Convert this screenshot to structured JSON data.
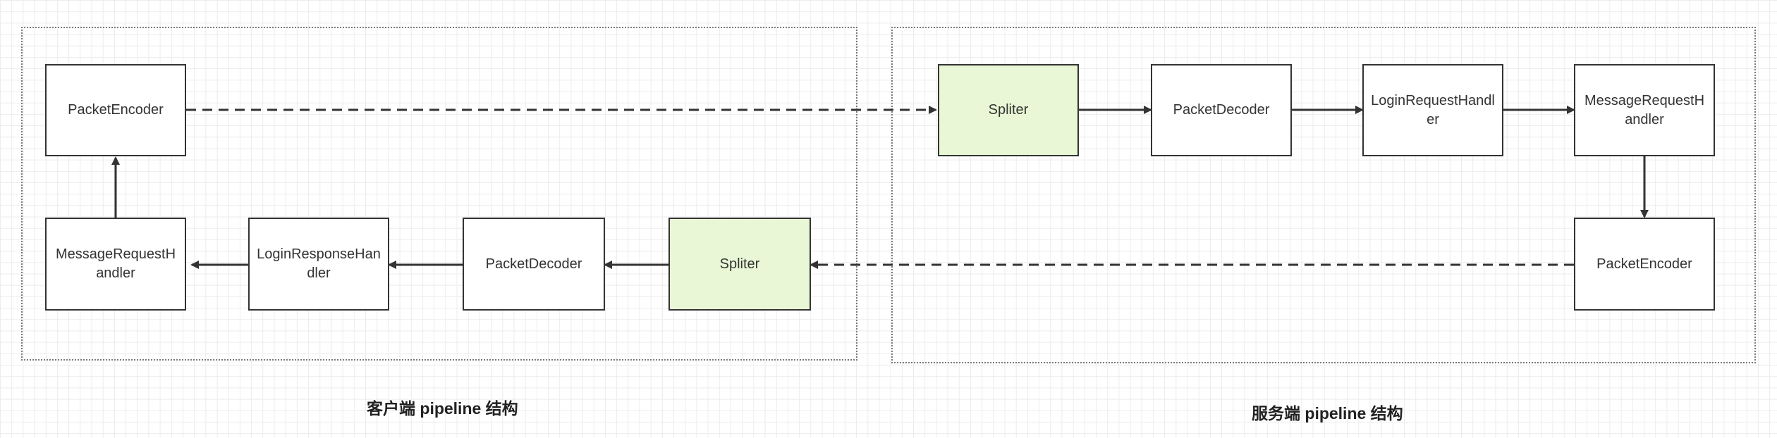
{
  "groups": {
    "client": {
      "caption": "客户端 pipeline 结构"
    },
    "server": {
      "caption": "服务端 pipeline 结构"
    }
  },
  "nodes": {
    "client_packet_encoder": "PacketEncoder",
    "client_message_handler": "MessageRequestHandler",
    "client_login_response_handler": "LoginResponseHandler",
    "client_packet_decoder": "PacketDecoder",
    "client_spliter": "Spliter",
    "server_spliter": "Spliter",
    "server_packet_decoder": "PacketDecoder",
    "server_login_request_handler": "LoginRequestHandler",
    "server_message_handler": "MessageRequestHandler",
    "server_packet_encoder": "PacketEncoder"
  },
  "colors": {
    "spliter_fill": "#e9f7d6",
    "border": "#333333",
    "group_border": "#7a7a7a"
  }
}
